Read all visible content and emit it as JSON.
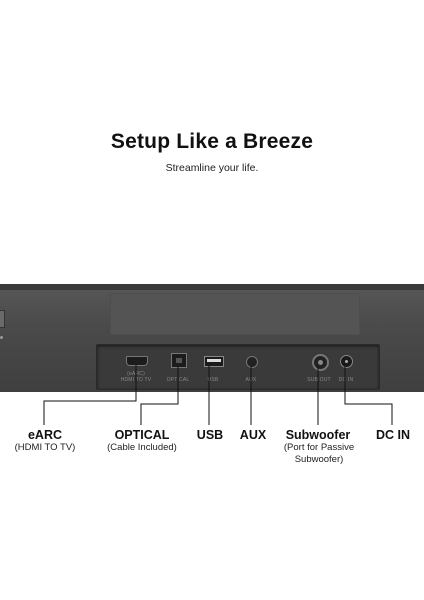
{
  "headline": "Setup Like a Breeze",
  "subline": "Streamline your life.",
  "panel_labels": {
    "earc": [
      "(eARC)",
      "HDMI TO TV"
    ],
    "optical": "OPTICAL",
    "usb": "USB",
    "aux": "AUX",
    "sub": "SUB OUT",
    "dc": "DC IN"
  },
  "ports": [
    {
      "name": "eARC",
      "desc": "(HDMI TO TV)"
    },
    {
      "name": "OPTICAL",
      "desc": "(Cable Included)"
    },
    {
      "name": "USB",
      "desc": ""
    },
    {
      "name": "AUX",
      "desc": ""
    },
    {
      "name": "Subwoofer",
      "desc": "(Port for Passive Subwoofer)"
    },
    {
      "name": "DC IN",
      "desc": ""
    }
  ],
  "colors": {
    "bar": "#4a4a4a",
    "panel": "#3a3a3a",
    "text": "#111111",
    "line": "#111111"
  }
}
